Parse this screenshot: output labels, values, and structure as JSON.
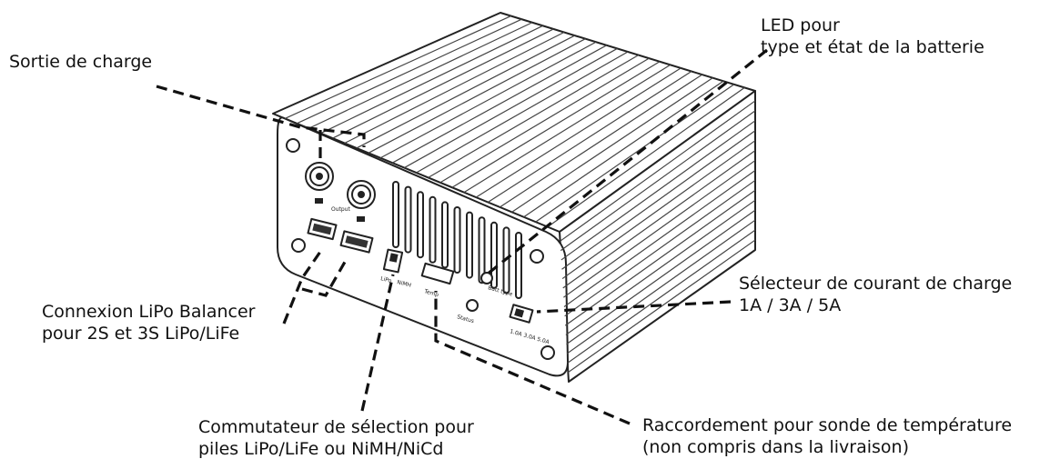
{
  "labels": {
    "output": {
      "lines": [
        "Sortie de charge"
      ]
    },
    "led": {
      "lines": [
        "LED pour",
        "type et état de la batterie"
      ]
    },
    "balancer": {
      "lines": [
        "Connexion LiPo Balancer",
        "pour 2S et 3S LiPo/LiFe"
      ]
    },
    "current": {
      "lines": [
        "Sélecteur de courant de charge",
        "1A / 3A / 5A"
      ]
    },
    "switch": {
      "lines": [
        "Commutateur de sélection pour",
        "piles LiPo/LiFe ou NiMH/NiCd"
      ]
    },
    "temp": {
      "lines": [
        "Raccordement pour sonde de température",
        "(non compris dans la livraison)"
      ]
    }
  },
  "device_markings": {
    "output": "Output",
    "batt_type": "Batt type",
    "status": "Status",
    "temp": "Temp",
    "current_scale": "1.0A 3.0A 5.0A",
    "lipo": "LiPo",
    "nimh": "NiMH"
  },
  "colors": {
    "ink": "#111111",
    "background": "#ffffff"
  }
}
